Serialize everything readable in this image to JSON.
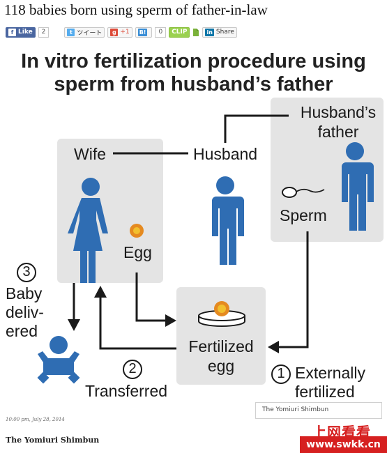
{
  "article": {
    "headline": "118 babies born using sperm of father-in-law",
    "timestamp": "10:00 pm, July 28, 2014",
    "source": "The Yomiuri Shimbun"
  },
  "share_bar": {
    "facebook": {
      "label": "Like",
      "count": "2",
      "icon": "facebook-icon"
    },
    "twitter": {
      "label": "ツイート",
      "icon": "twitter-bird-icon"
    },
    "google_plus": {
      "label": "+1",
      "icon": "google-plus-icon"
    },
    "hatena": {
      "label": "B!",
      "count": "0",
      "icon": "hatena-bookmark-icon"
    },
    "clip": {
      "label": "CLIP",
      "icon": "evernote-icon"
    },
    "linkedin": {
      "label": "Share",
      "icon": "linkedin-icon"
    }
  },
  "infographic": {
    "title_line1": "In vitro fertilization procedure using",
    "title_line2": "sperm from husband’s father",
    "labels": {
      "wife": "Wife",
      "husband": "Husband",
      "husbands_father_line1": "Husband’s",
      "husbands_father_line2": "father",
      "sperm": "Sperm",
      "egg": "Egg",
      "fertilized_line1": "Fertilized",
      "fertilized_line2": "egg",
      "baby_line1": "Baby",
      "baby_line2": "deliv-",
      "baby_line3": "ered",
      "transferred": "Transferred",
      "externally_line1": "Externally",
      "externally_line2": "fertilized"
    },
    "steps": {
      "one": "1",
      "two": "2",
      "three": "3"
    },
    "credit": "The Yomiuri Shimbun",
    "colors": {
      "figure_blue": "#2f6db3",
      "panel_gray": "#e4e4e4",
      "egg_orange": "#e58a20",
      "egg_center": "#f2c02e",
      "arrow_black": "#1a1a1a"
    }
  },
  "watermark": {
    "chinese": "上网看看",
    "url": "www.swkk.cn"
  }
}
